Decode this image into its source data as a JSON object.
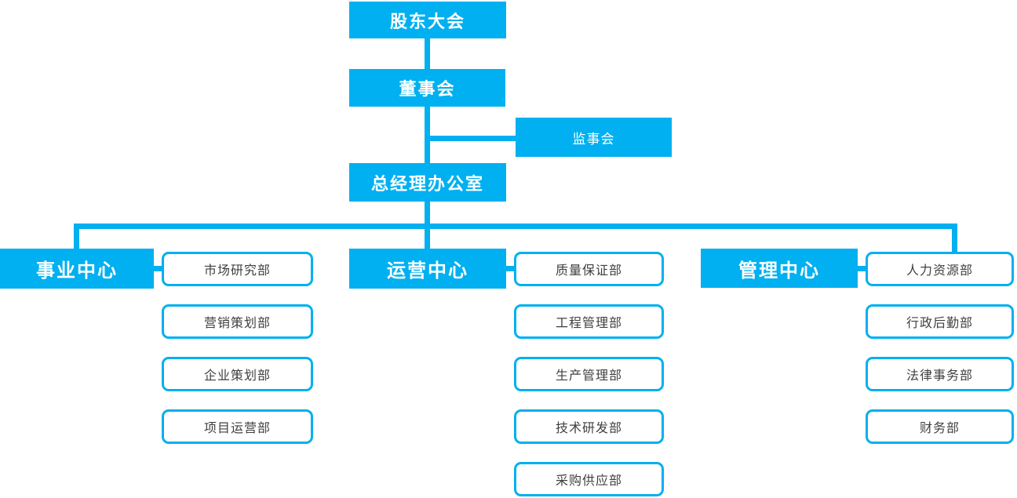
{
  "colors": {
    "accent": "#00b0f0",
    "parent_text": "#ffffff",
    "department_text": "#404040",
    "background": "#ffffff"
  },
  "nodes": {
    "shareholders": "股东大会",
    "board": "董事会",
    "supervisory": "监事会",
    "gm_office": "总经理办公室"
  },
  "branches": [
    {
      "label": "事业中心",
      "departments": [
        "市场研究部",
        "营销策划部",
        "企业策划部",
        "项目运营部"
      ]
    },
    {
      "label": "运营中心",
      "departments": [
        "质量保证部",
        "工程管理部",
        "生产管理部",
        "技术研发部",
        "采购供应部"
      ]
    },
    {
      "label": "管理中心",
      "departments": [
        "人力资源部",
        "行政后勤部",
        "法律事务部",
        "财务部"
      ]
    }
  ]
}
